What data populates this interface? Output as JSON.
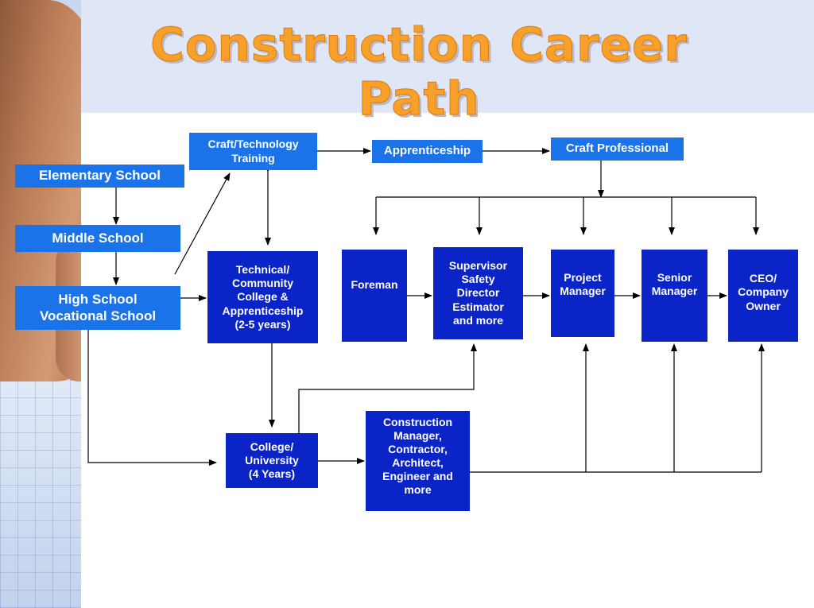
{
  "title": "Construction Career Path",
  "nodes": {
    "elementary": "Elementary School",
    "middle": "Middle School",
    "high": "High School\nVocational School",
    "craft_training": "Craft/Technology\nTraining",
    "apprenticeship": "Apprenticeship",
    "craft_professional": "Craft Professional",
    "technical": "Technical/\nCommunity\nCollege &\nApprenticeship\n(2-5 years)",
    "foreman": "Foreman",
    "supervisor": "Supervisor\nSafety\nDirector\nEstimator\nand more",
    "project_manager": "Project\nManager",
    "senior_manager": "Senior\nManager",
    "ceo": "CEO/\nCompany\nOwner",
    "college": "College/\nUniversity\n(4 Years)",
    "construction_manager": "Construction\nManager,\nContractor,\nArchitect,\nEngineer and\nmore"
  },
  "colors": {
    "box_dark": "#0a24c8",
    "box_light": "#1a73e8",
    "title_orange": "#f7a12a",
    "band": "#dfe6f5"
  }
}
